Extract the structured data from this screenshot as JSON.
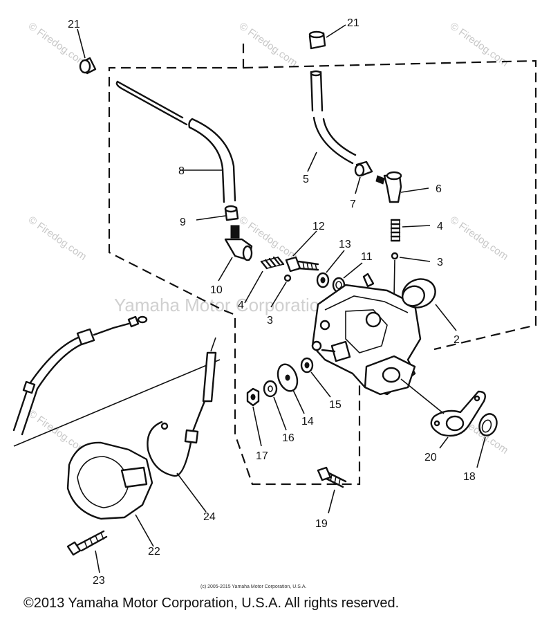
{
  "callouts": {
    "p21a": "21",
    "p21b": "21",
    "p8": "8",
    "p5": "5",
    "p7": "7",
    "p6": "6",
    "p9": "9",
    "p12": "12",
    "p4a": "4",
    "p13": "13",
    "p11": "11",
    "p3a": "3",
    "p10": "10",
    "p4b": "4",
    "p3b": "3",
    "p2": "2",
    "p15": "15",
    "p14": "14",
    "p16": "16",
    "p17": "17",
    "p20": "20",
    "p18": "18",
    "p24": "24",
    "p19": "19",
    "p22": "22",
    "p23": "23"
  },
  "watermarks": {
    "brand": "© Firedog.com",
    "center": "Yamaha Motor Corporation"
  },
  "copyright": {
    "small": "(c) 2005-2015 Yamaha Motor Corporation, U.S.A.",
    "main": "©2013 Yamaha Motor Corporation, U.S.A. All rights reserved."
  }
}
